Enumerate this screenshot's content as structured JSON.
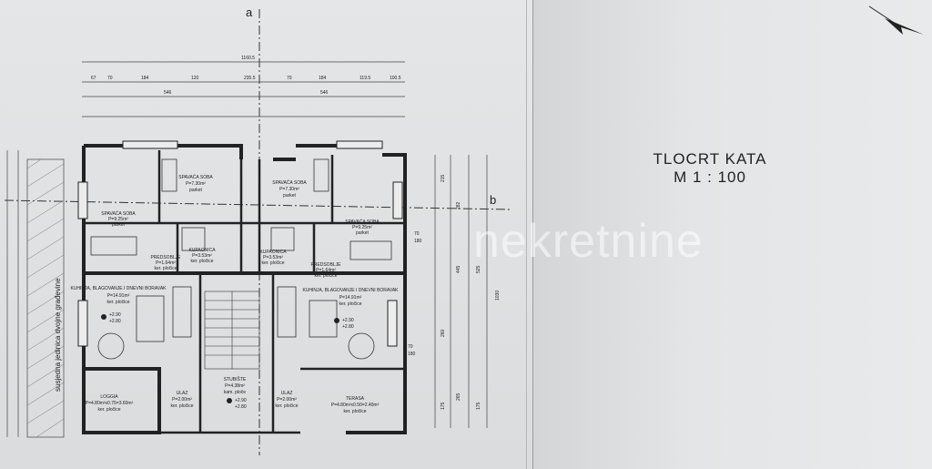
{
  "drawing": {
    "title": "TLOCRT KATA",
    "scale": "M 1 : 100",
    "watermark": "nekretnine",
    "axis_a": "a",
    "axis_b": "b",
    "neighbor_label": "susjedna jedinica dvojne građevine"
  },
  "rooms": [
    {
      "name": "SPAVAĆA SOBA",
      "area": "P=9.25m²",
      "floor": "parket"
    },
    {
      "name": "SPAVAĆA SOBA",
      "area": "P=7.30m²",
      "floor": "parket"
    },
    {
      "name": "SPAVAĆA SOBA",
      "area": "P=7.30m²",
      "floor": "parket"
    },
    {
      "name": "SPAVAĆA SOBA",
      "area": "P=9.25m²",
      "floor": "parket"
    },
    {
      "name": "KUPAONICA",
      "area": "P=3.53m²",
      "floor": "ker. pločice"
    },
    {
      "name": "KUPAONICA",
      "area": "P=3.53m²",
      "floor": "ker. pločice"
    },
    {
      "name": "PREDSOBLJE",
      "area": "P=1.64m²",
      "floor": "ker. pločice"
    },
    {
      "name": "PREDSOBLJE",
      "area": "P=1.64m²",
      "floor": "ker. pločice"
    },
    {
      "name": "KUHINJA, BLAGOVANJE I DNEVNI BORAVAK",
      "area": "P=14.91m²",
      "floor": "ker. pločice"
    },
    {
      "name": "KUHINJA, BLAGOVANJE I DNEVNI BORAVAK",
      "area": "P=14.91m²",
      "floor": "ker. pločice"
    },
    {
      "name": "LOGGIA",
      "area": "P=4.80m²x0.75=3.60m²",
      "floor": "ker. pločice"
    },
    {
      "name": "TERASA",
      "area": "P=4.80m²x0.50=2.40m²",
      "floor": "ker. pločice"
    },
    {
      "name": "ULAZ",
      "area": "P=2.00m²",
      "floor": "ker. pločice"
    },
    {
      "name": "ULAZ",
      "area": "P=2.00m²",
      "floor": "ker. pločice"
    },
    {
      "name": "STUBIŠTE",
      "area": "P=4.38m²",
      "floor": "kam. ploče"
    }
  ],
  "levels": {
    "left": [
      "+2.90",
      "+2.80"
    ],
    "right": [
      "+2.90",
      "+2.80"
    ],
    "stair": [
      "+2.90",
      "+2.80"
    ]
  },
  "dims_top": {
    "overall": "1160.5",
    "row1": [
      "67",
      "70",
      "184",
      "120",
      "235.5",
      "70",
      "184",
      "119.5",
      "100.5"
    ],
    "row2": [
      "546",
      "546"
    ]
  },
  "dims_right": [
    "215",
    "282",
    "445",
    "525",
    "1030",
    "70",
    "180",
    "70",
    "180",
    "260",
    "265",
    "175",
    "175"
  ]
}
